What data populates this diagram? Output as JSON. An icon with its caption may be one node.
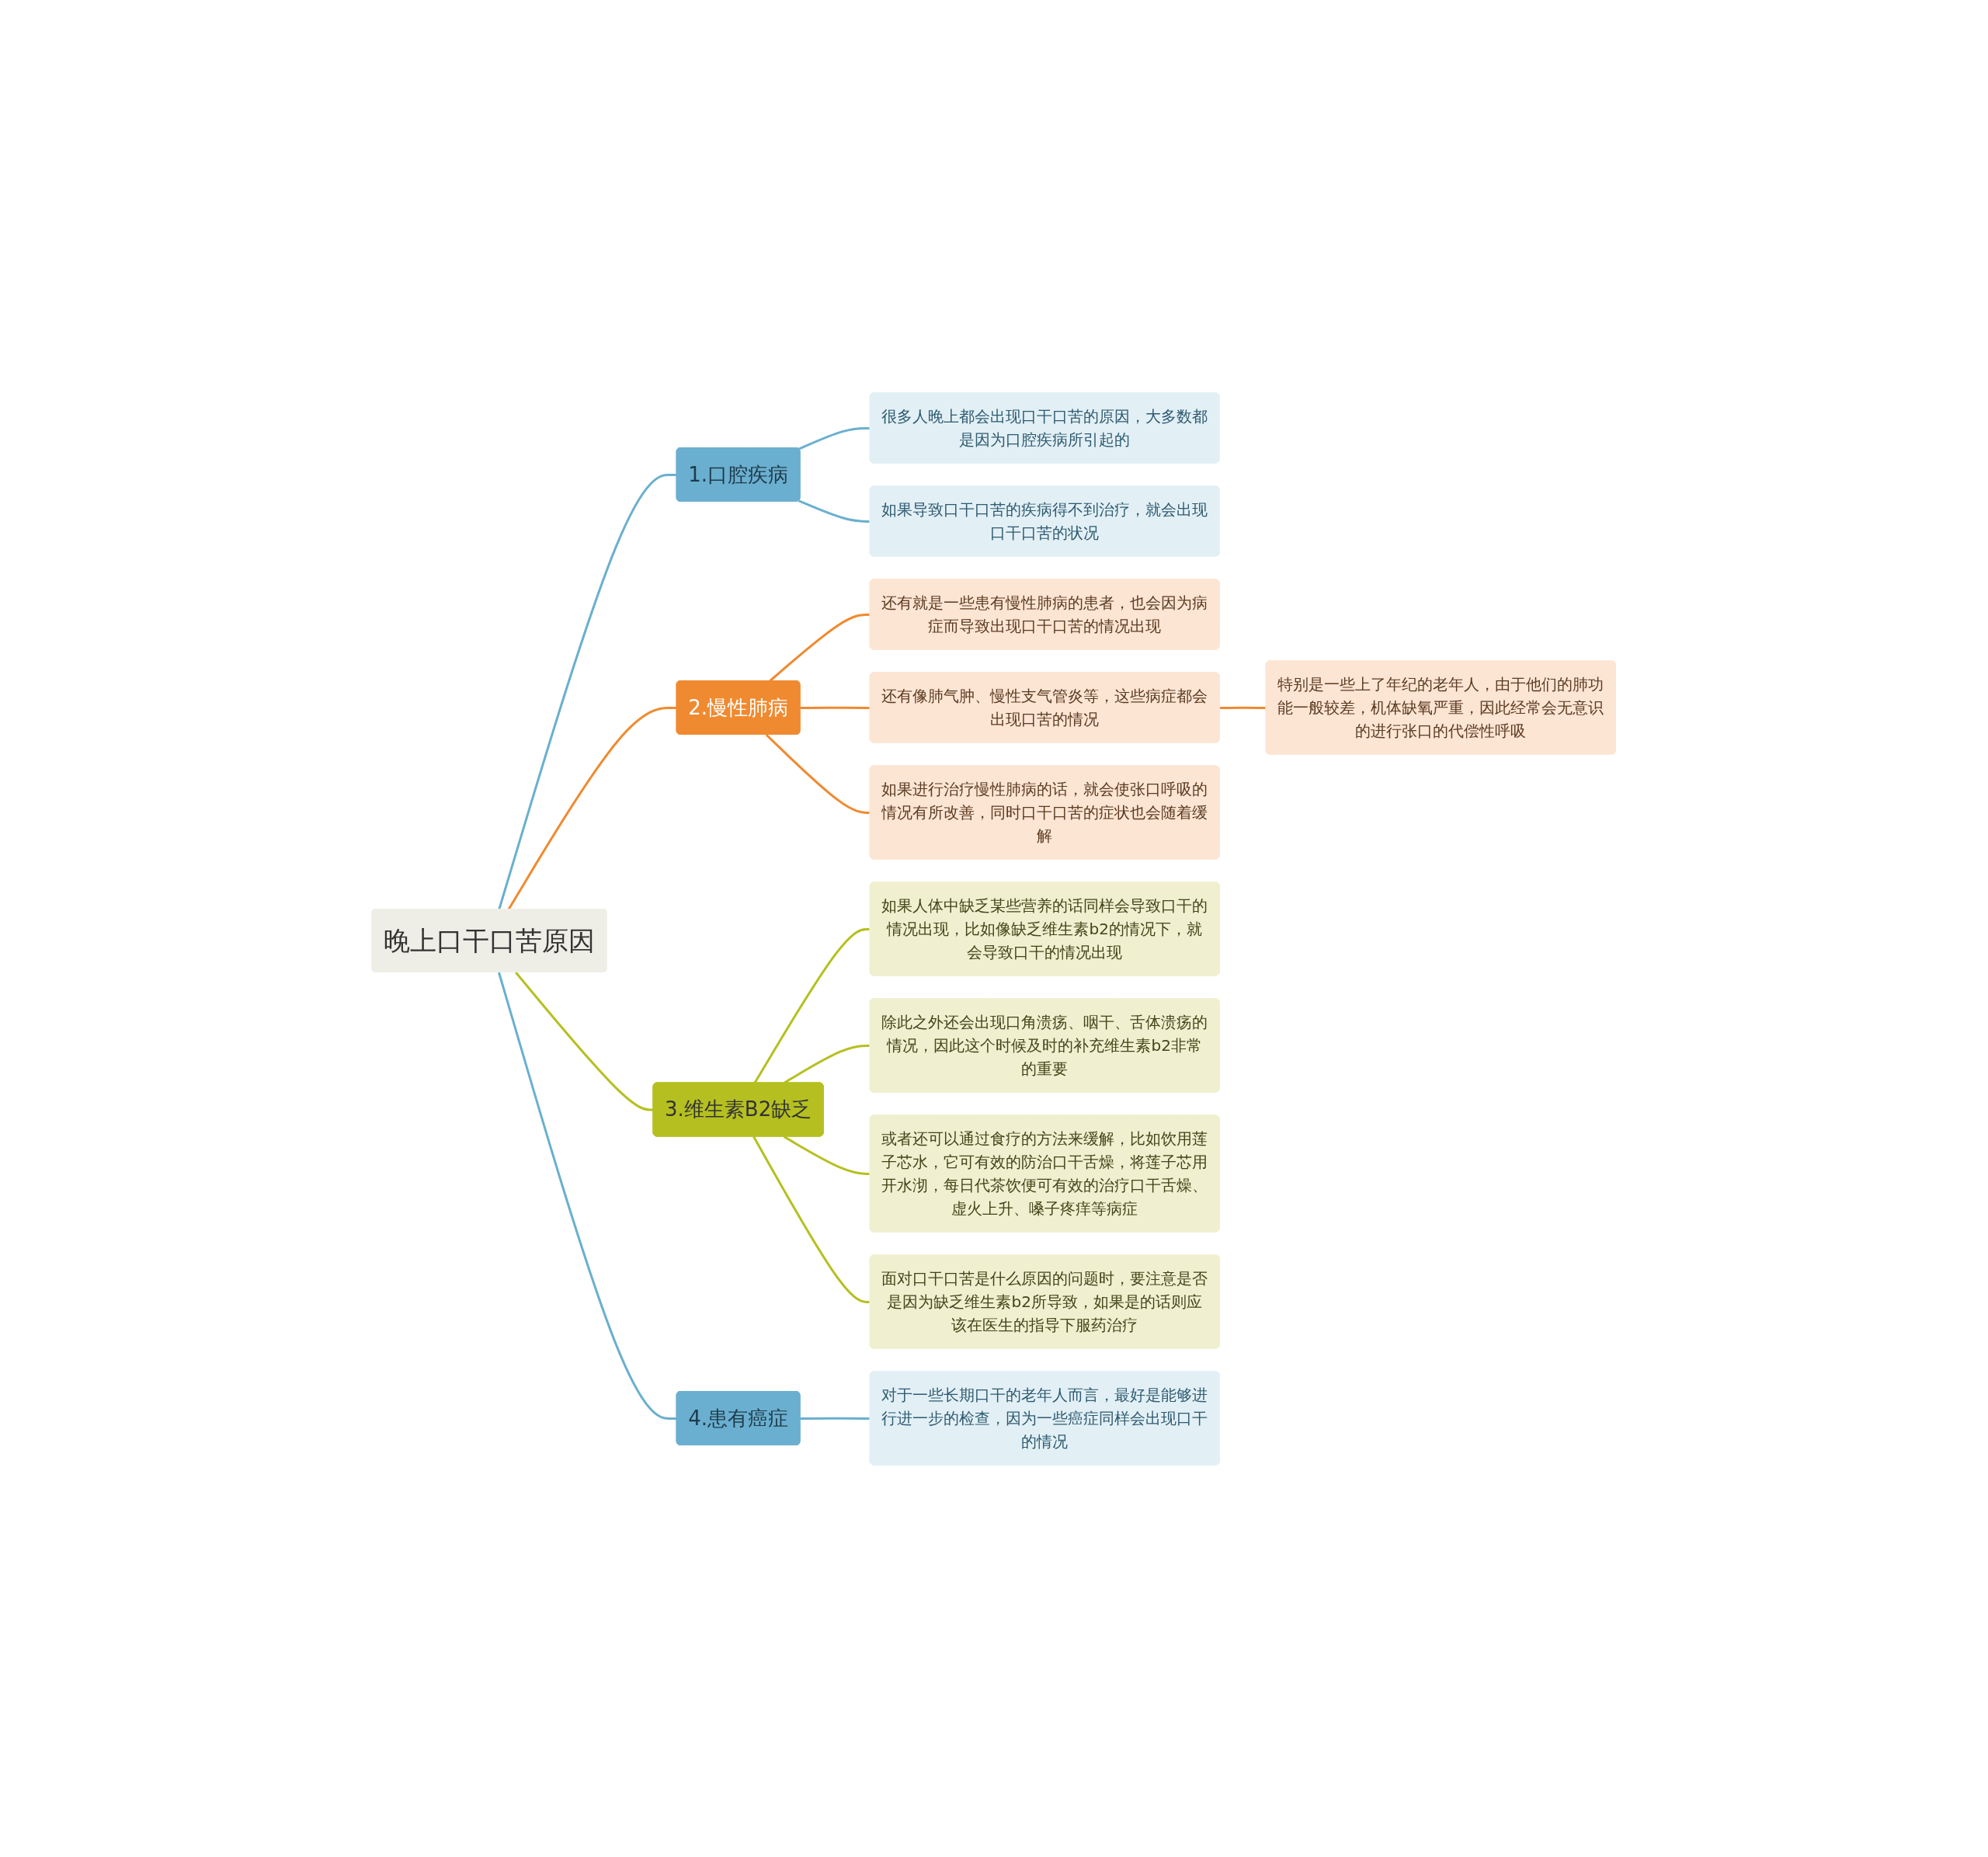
{
  "diagram": {
    "nodes": [
      {
        "text": [
          "晚上口干口苦原因"
        ]
      },
      {
        "text": [
          "1.口腔疾病"
        ]
      },
      {
        "text": [
          "很多人晚上都会出现口干口苦的原因，大多数都是因为口腔疾病所引起的"
        ]
      },
      {
        "text": [
          "如果导致口干口苦的疾病得不到治疗，就会出现口干口苦的状况"
        ]
      },
      {
        "text": [
          "2.慢性肺病"
        ]
      },
      {
        "text": [
          "还有就是一些患有慢性肺病的患者，也会因为病症而导致出现口干口苦的情况出现"
        ]
      },
      {
        "text": [
          "还有像肺气肿、慢性支气管炎等，这些病症都会出现口苦的情况"
        ]
      },
      {
        "text": [
          "特别是一些上了年纪的老年人，由于他们的肺功能一般较差，机体缺氧严重，因此经常会无意识的进行张口的代偿性呼吸"
        ]
      },
      {
        "text": [
          "如果进行治疗慢性肺病的话，就会使张口呼吸的情况有所改善，同时口干口苦的症状也会随着缓解"
        ]
      },
      {
        "text": [
          "3.维生素B2缺乏"
        ]
      },
      {
        "text": [
          "如果人体中缺乏某些营养的话同样会导致口干的情况出现，比如像缺乏维生素b2的情况下，就会导致口干的情况出现"
        ]
      },
      {
        "text": [
          "除此之外还会出现口角溃疡、咽干、舌体溃疡的情况，因此这个时候及时的补充维生素b2非常的重要"
        ]
      },
      {
        "text": [
          "或者还可以通过食疗的方法来缓解，比如饮用莲子芯水，它可有效的防治口干舌燥，将莲子芯用开水沏，每日代茶饮便可有效的治疗口干舌燥、虚火上升、嗓子疼痒等病症"
        ]
      },
      {
        "text": [
          "面对口干口苦是什么原因的问题时，要注意是否是因为缺乏维生素b2所导致，如果是的话则应该在医生的指导下服药治疗"
        ]
      },
      {
        "text": [
          "4.患有癌症"
        ]
      },
      {
        "text": [
          "对于一些长期口干的老年人而言，最好是能够进行进一步的检查，因为一些癌症同样会出现口干的情况"
        ]
      }
    ],
    "edges": [
      {
        "from": 0,
        "to": 1,
        "arrow": "none",
        "color": "#6aafcf"
      },
      {
        "from": 1,
        "to": 2,
        "arrow": "none",
        "color": "#6aafcf"
      },
      {
        "from": 1,
        "to": 3,
        "arrow": "none",
        "color": "#6aafcf"
      },
      {
        "from": 0,
        "to": 4,
        "arrow": "none",
        "color": "#f08a30"
      },
      {
        "from": 4,
        "to": 5,
        "arrow": "none",
        "color": "#f08a30"
      },
      {
        "from": 4,
        "to": 6,
        "arrow": "none",
        "color": "#f08a30"
      },
      {
        "from": 6,
        "to": 7,
        "arrow": "none",
        "color": "#f08a30"
      },
      {
        "from": 4,
        "to": 8,
        "arrow": "none",
        "color": "#f08a30"
      },
      {
        "from": 0,
        "to": 9,
        "arrow": "none",
        "color": "#b5c020"
      },
      {
        "from": 9,
        "to": 10,
        "arrow": "none",
        "color": "#b5c020"
      },
      {
        "from": 9,
        "to": 11,
        "arrow": "none",
        "color": "#b5c020"
      },
      {
        "from": 9,
        "to": 12,
        "arrow": "none",
        "color": "#b5c020"
      },
      {
        "from": 9,
        "to": 13,
        "arrow": "none",
        "color": "#b5c020"
      },
      {
        "from": 0,
        "to": 14,
        "arrow": "none",
        "color": "#6aafcf"
      },
      {
        "from": 14,
        "to": 15,
        "arrow": "none",
        "color": "#6aafcf"
      }
    ]
  }
}
